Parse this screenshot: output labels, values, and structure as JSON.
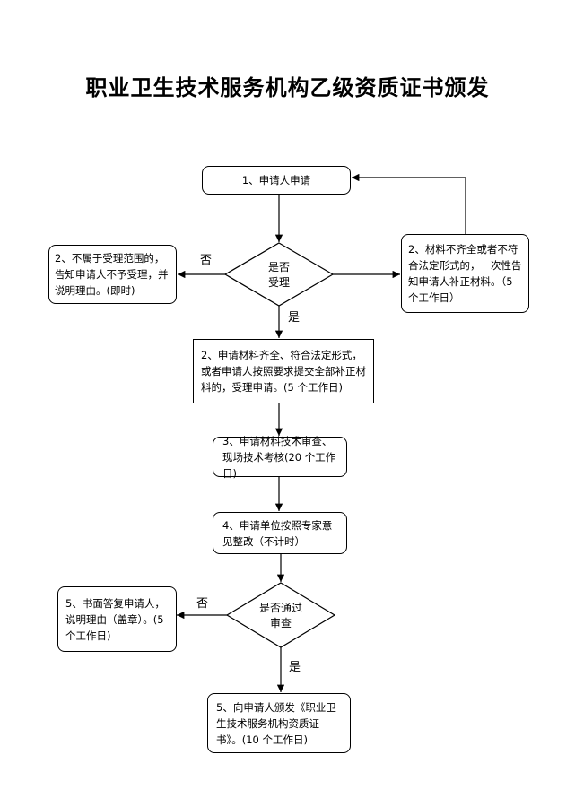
{
  "title": "职业卫生技术服务机构乙级资质证书颁发",
  "nodes": {
    "apply": "1、申请人申请",
    "reject_not_in_scope": "2、不属于受理范围的，告知申请人不予受理，并说明理由。(即时)",
    "decision_accept": "是否\n受理",
    "incomplete_materials": "2、材料不齐全或者不符合法定形式的，一次性告知申请人补正材料。（5 个工作日）",
    "accept": "2、申请材料齐全、符合法定形式，或者申请人按照要求提交全部补正材料的，受理申请。(5 个工作日)",
    "review": "3、申请材料技术审查、现场技术考核(20 个工作日)",
    "rectify": "4、申请单位按照专家意见整改（不计时）",
    "decision_pass": "是否通过\n审查",
    "written_reply": "5、书面答复申请人，说明理由（盖章）。(5 个工作日)",
    "issue_cert": "5、向申请人颁发《职业卫生技术服务机构资质证书》。(10 个工作日)"
  },
  "edge_labels": {
    "no_1": "否",
    "yes_1": "是",
    "no_2": "否",
    "yes_2": "是"
  }
}
